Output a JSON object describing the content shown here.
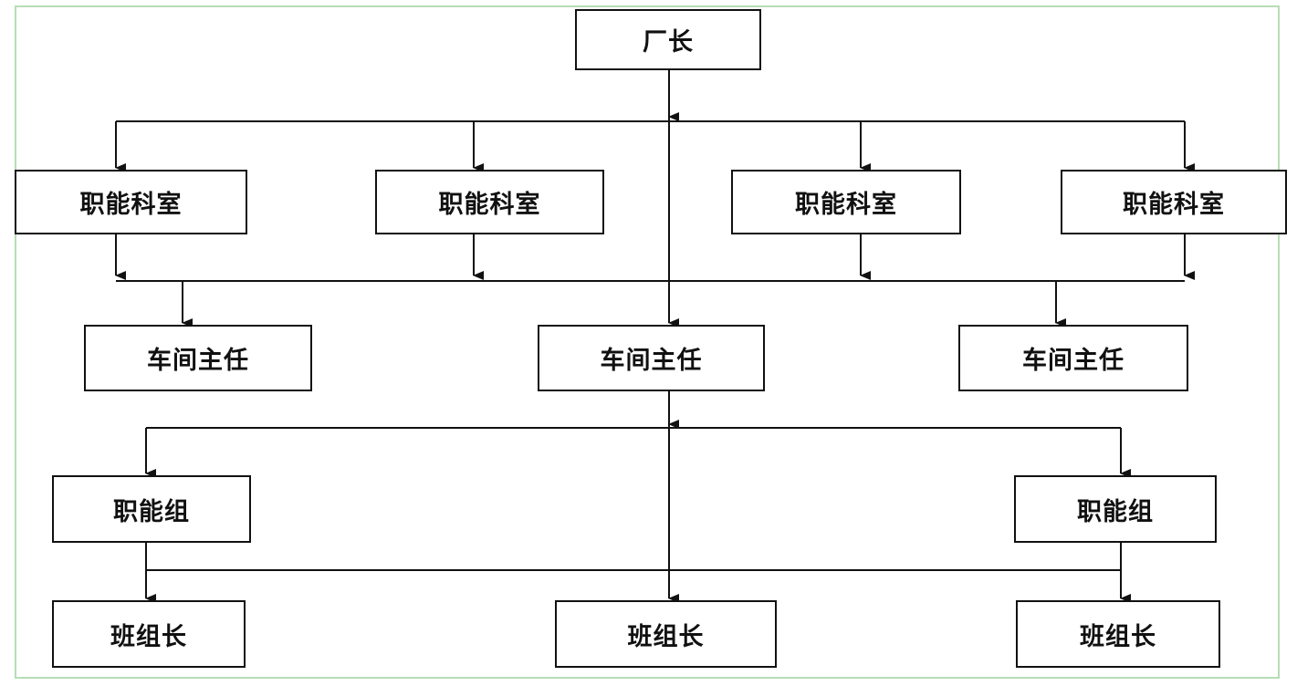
{
  "org_chart": {
    "factory_director": "厂长",
    "functional_departments": [
      "职能科室",
      "职能科室",
      "职能科室",
      "职能科室"
    ],
    "workshop_directors": [
      "车间主任",
      "车间主任",
      "车间主任"
    ],
    "functional_groups": [
      "职能组",
      "职能组"
    ],
    "team_leaders": [
      "班组长",
      "班组长",
      "班组长"
    ]
  },
  "colors": {
    "line": "#111111",
    "frame": "#b8dcb6"
  }
}
